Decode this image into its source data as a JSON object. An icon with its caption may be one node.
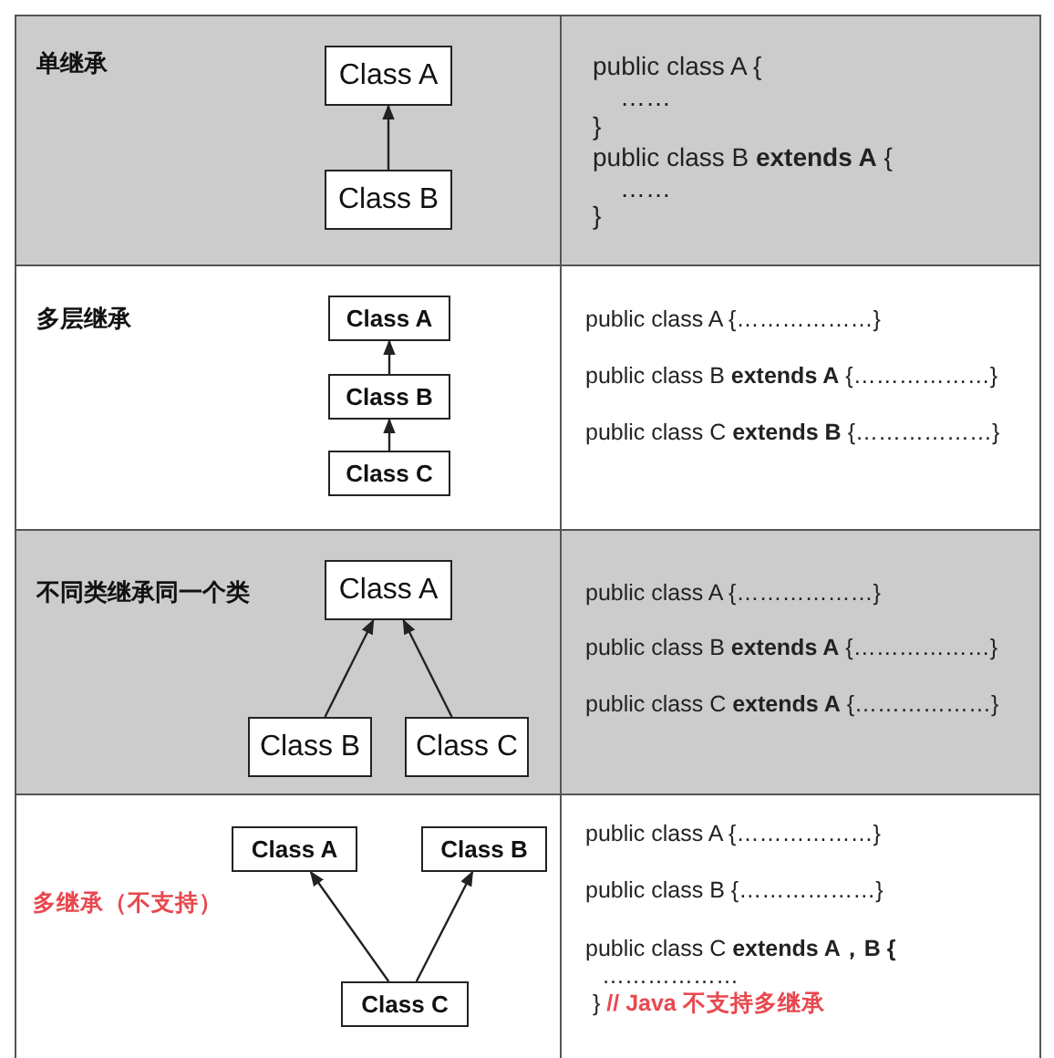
{
  "diagram": {
    "nodes": [
      {
        "text": [
          "Class A"
        ]
      },
      {
        "text": [
          "Class B"
        ]
      },
      {
        "text": [
          "Class A"
        ]
      },
      {
        "text": [
          "Class B"
        ]
      },
      {
        "text": [
          "Class C"
        ]
      },
      {
        "text": [
          "Class A"
        ]
      },
      {
        "text": [
          "Class B"
        ]
      },
      {
        "text": [
          "Class C"
        ]
      },
      {
        "text": [
          "Class A"
        ]
      },
      {
        "text": [
          "Class B"
        ]
      },
      {
        "text": [
          "Class C"
        ]
      }
    ],
    "edges": [
      {
        "from": 1,
        "to": 0,
        "arrow": "to"
      },
      {
        "from": 3,
        "to": 2,
        "arrow": "to"
      },
      {
        "from": 4,
        "to": 3,
        "arrow": "to"
      },
      {
        "from": 6,
        "to": 5,
        "arrow": "to"
      },
      {
        "from": 7,
        "to": 5,
        "arrow": "to"
      },
      {
        "from": 10,
        "to": 8,
        "arrow": "to"
      },
      {
        "from": 10,
        "to": 9,
        "arrow": "to"
      }
    ],
    "labels": [
      "单继承",
      "public class A {",
      "……",
      "}",
      "public class B **extends A** {",
      "……",
      "}",
      "多层继承",
      "public class A {………………}",
      "public class B **extends A** {………………}",
      "public class C **extends B** {………………}",
      "不同类继承同一个类",
      "public class A {………………}",
      "public class B **extends A** {………………}",
      "public class C **extends A** {………………}",
      "多继承（不支持）",
      "public class A {………………}",
      "public class B {………………}",
      "public class C **extends A，B {**",
      "………………",
      "} **// Java 不支持多继承**"
    ]
  }
}
